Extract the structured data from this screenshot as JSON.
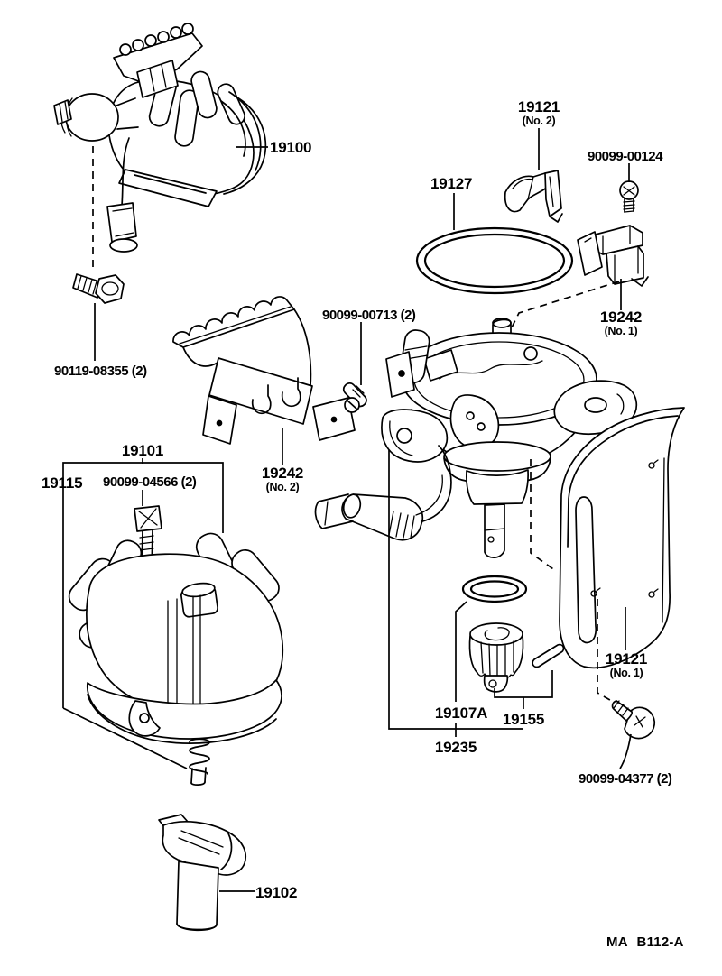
{
  "page": {
    "paper_color": "#ffffff",
    "ink_color": "#000000"
  },
  "footer": {
    "code": "MA B112-A"
  },
  "parts": [
    {
      "id": "19100",
      "label": "19100",
      "note": ""
    },
    {
      "id": "19121-no2",
      "label": "19121",
      "note": "(No. 2)"
    },
    {
      "id": "90099-00124",
      "label": "90099-00124",
      "note": ""
    },
    {
      "id": "19127",
      "label": "19127",
      "note": ""
    },
    {
      "id": "19242-no1",
      "label": "19242",
      "note": "(No. 1)"
    },
    {
      "id": "90099-00713",
      "label": "90099-00713 (2)",
      "note": ""
    },
    {
      "id": "19242-no2",
      "label": "19242",
      "note": "(No. 2)"
    },
    {
      "id": "19101",
      "label": "19101",
      "note": ""
    },
    {
      "id": "19115",
      "label": "19115",
      "note": ""
    },
    {
      "id": "90099-04566",
      "label": "90099-04566 (2)",
      "note": ""
    },
    {
      "id": "90119-08355",
      "label": "90119-08355 (2)",
      "note": ""
    },
    {
      "id": "19102",
      "label": "19102",
      "note": ""
    },
    {
      "id": "19121-no1",
      "label": "19121",
      "note": "(No. 1)"
    },
    {
      "id": "19107A",
      "label": "19107A",
      "note": ""
    },
    {
      "id": "19155",
      "label": "19155",
      "note": ""
    },
    {
      "id": "19235",
      "label": "19235",
      "note": ""
    },
    {
      "id": "90099-04377",
      "label": "90099-04377 (2)",
      "note": ""
    }
  ]
}
